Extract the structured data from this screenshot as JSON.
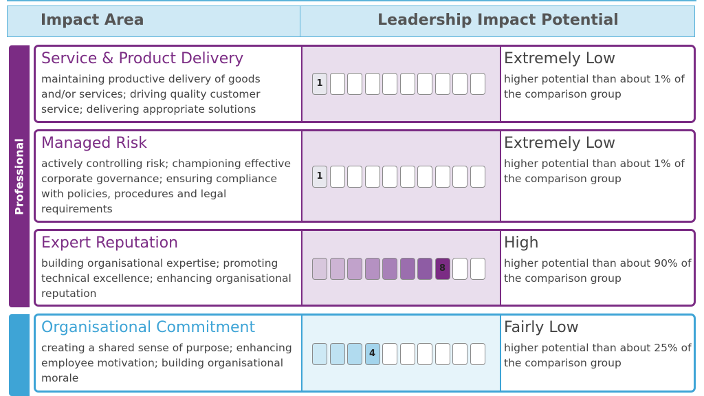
{
  "header": {
    "col1": "Impact Area",
    "col2": "Leadership Impact Potential"
  },
  "groups": {
    "professional": {
      "label": "Professional",
      "color": "#7b2c84"
    },
    "organisational": {
      "label": "",
      "color": "#3ea4d6"
    }
  },
  "rows": [
    {
      "title": "Service & Product Delivery",
      "description": "maintaining productive delivery of goods and/or services; driving quality customer service; delivering appropriate solutions",
      "score": 1,
      "score_label": "1",
      "level": "Extremely Low",
      "percentile_text": "higher potential than about 1% of the comparison group",
      "theme": "purple"
    },
    {
      "title": "Managed Risk",
      "description": "actively controlling risk; championing effective corporate governance; ensuring compliance with policies, procedures and legal requirements",
      "score": 1,
      "score_label": "1",
      "level": "Extremely Low",
      "percentile_text": "higher potential than about 1% of the comparison group",
      "theme": "purple"
    },
    {
      "title": "Expert Reputation",
      "description": "building organisational expertise; promoting technical excellence; enhancing organisational reputation",
      "score": 8,
      "score_label": "8",
      "level": "High",
      "percentile_text": "higher potential than about 90% of the comparison group",
      "theme": "purple"
    },
    {
      "title": "Organisational Commitment",
      "description": "creating a shared sense of purpose; enhancing employee motivation; building organisational morale",
      "score": 4,
      "score_label": "4",
      "level": "Fairly Low",
      "percentile_text": "higher potential than about 25% of the comparison group",
      "theme": "blue"
    }
  ],
  "scale_max": 10
}
